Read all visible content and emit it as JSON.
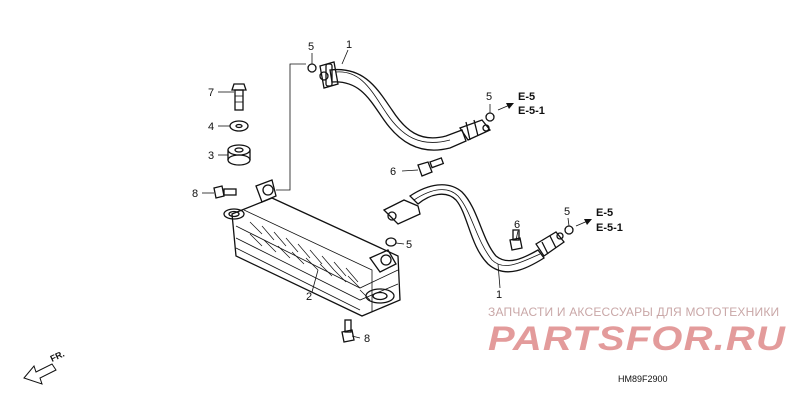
{
  "callouts": {
    "n1_top": "1",
    "n1_bottom": "1",
    "n2": "2",
    "n3": "3",
    "n4": "4",
    "n5_top": "5",
    "n5_right_upper": "5",
    "n5_middle": "5",
    "n5_right_lower": "5",
    "n6_upper": "6",
    "n6_lower": "6",
    "n7": "7",
    "n8_left": "8",
    "n8_bottom": "8"
  },
  "refs": {
    "upper_a": "E-5",
    "upper_b": "E-5-1",
    "lower_a": "E-5",
    "lower_b": "E-5-1"
  },
  "direction_label": "FR.",
  "diagram_code": "HM89F2900",
  "watermark": {
    "line": "ЗАПЧАСТИ И АКСЕССУАРЫ ДЛЯ МОТОТЕХНИКИ",
    "brand": "PARTSFOR.RU"
  },
  "colors": {
    "ink": "#111111",
    "watermark": "#e39b9b"
  }
}
